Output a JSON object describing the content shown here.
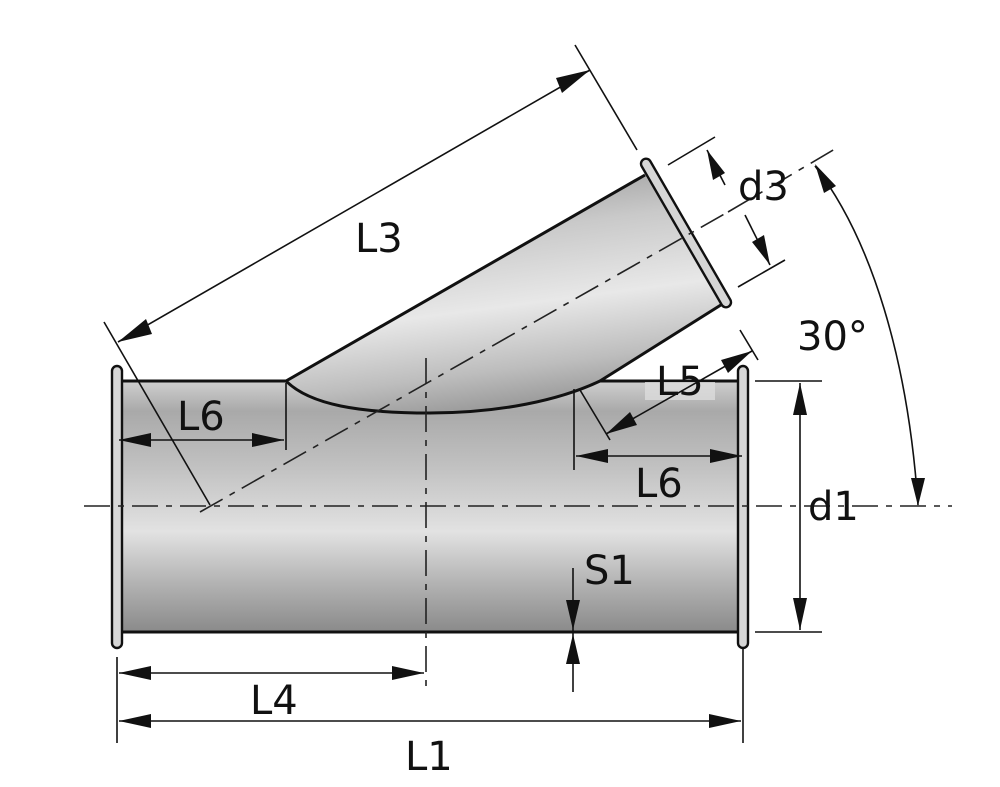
{
  "diagram": {
    "title": "45° / 30° lateral Y-branch pipe fitting dimension drawing",
    "labels": {
      "L1": "L1",
      "L3": "L3",
      "L4": "L4",
      "L5": "L5",
      "L6_left": "L6",
      "L6_right": "L6",
      "d1": "d1",
      "d3": "d3",
      "S1": "S1",
      "angle": "30°"
    },
    "colors": {
      "line": "#111111",
      "pipe_light": "#e4e4e4",
      "pipe_mid": "#bdbdbd",
      "pipe_dark": "#8c8c8c",
      "background": "#ffffff"
    },
    "components": [
      "main-pipe",
      "branch-pipe",
      "left-flange",
      "right-flange",
      "branch-flange"
    ]
  }
}
